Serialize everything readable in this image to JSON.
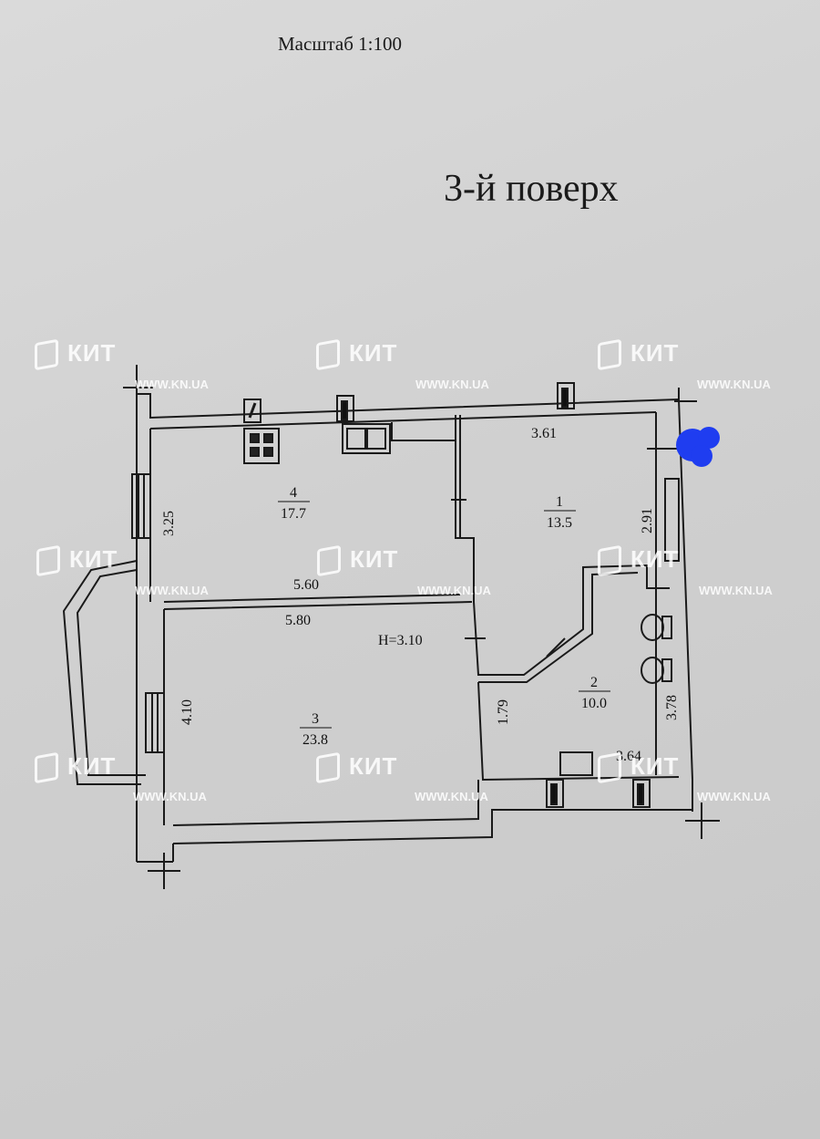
{
  "header": {
    "scale_label": "Масштаб 1:100",
    "floor_title": "3-й поверх"
  },
  "rooms": [
    {
      "number": "4",
      "area": "17.7"
    },
    {
      "number": "1",
      "area": "13.5"
    },
    {
      "number": "3",
      "area": "23.8"
    },
    {
      "number": "2",
      "area": "10.0"
    }
  ],
  "dimensions": {
    "room1_width": "3.61",
    "room4_height": "3.25",
    "room1_height": "2.91",
    "room4_width": "5.60",
    "room3_width": "5.80",
    "ceiling_height": "H=3.10",
    "room3_height": "4.10",
    "room2_left": "1.79",
    "room2_height": "3.78",
    "room2_width": "3.64"
  },
  "watermark": {
    "brand": "КИТ",
    "url": "WWW.KN.UA"
  },
  "colors": {
    "background": "#d2d2d2",
    "lines": "#1a1a1a",
    "redaction_blob": "#1f3df0"
  }
}
